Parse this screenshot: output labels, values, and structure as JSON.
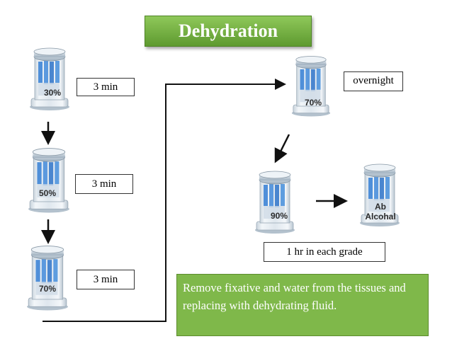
{
  "title": "Dehydration",
  "steps": [
    {
      "grade": "30%",
      "time": "3 min"
    },
    {
      "grade": "50%",
      "time": "3 min"
    },
    {
      "grade": "70%",
      "time": "3 min"
    },
    {
      "grade": "70%",
      "time": "overnight"
    },
    {
      "grade": "90%"
    },
    {
      "grade": "Ab Alcohal"
    }
  ],
  "grade_note": "1 hr in each grade",
  "description": "Remove fixative and water from the tissues and replacing with dehydrating fluid."
}
